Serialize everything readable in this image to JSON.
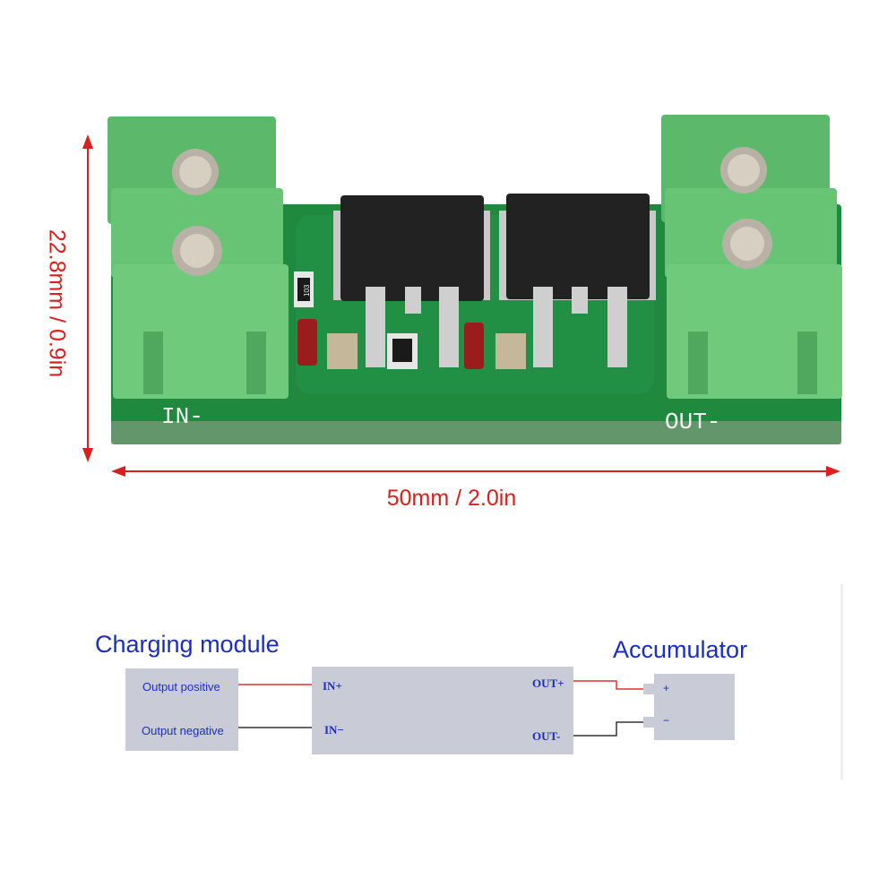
{
  "board": {
    "silk_in": "IN-",
    "silk_out": "OUT-",
    "resistor_label": "103"
  },
  "dimensions": {
    "height_label": "22.8mm / 0.9in",
    "width_label": "50mm / 2.0in"
  },
  "wiring": {
    "charging_title": "Charging module",
    "accumulator_title": "Accumulator",
    "output_positive": "Output positive",
    "output_negative": "Output negative",
    "in_plus": "IN+",
    "in_minus": "IN−",
    "out_plus": "OUT+",
    "out_minus": "OUT-",
    "acc_plus": "+",
    "acc_minus": "−"
  },
  "colors": {
    "dimension_red": "#d8201d",
    "label_blue": "#1a2fbf",
    "pcb_green": "#1f8a3e",
    "terminal_green": "#5cb86a",
    "wire_positive": "#e0322f",
    "wire_negative": "#333333"
  }
}
